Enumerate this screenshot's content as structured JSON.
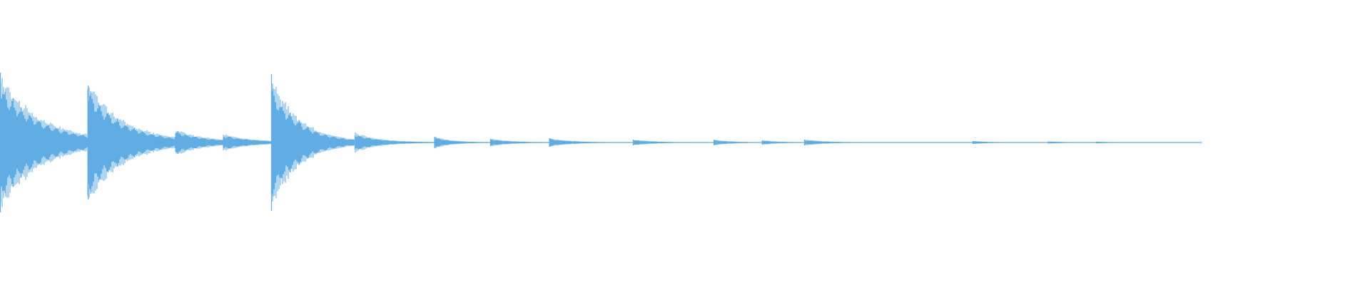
{
  "waveform": {
    "color": "#5fade2",
    "background": "#ffffff",
    "onsets": [
      {
        "t": 0.0,
        "amp": 0.98,
        "decay": 0.03
      },
      {
        "t": 0.064,
        "amp": 0.8,
        "decay": 0.025
      },
      {
        "t": 0.128,
        "amp": 0.12,
        "decay": 0.02
      },
      {
        "t": 0.163,
        "amp": 0.08,
        "decay": 0.02
      },
      {
        "t": 0.198,
        "amp": 0.96,
        "decay": 0.02
      },
      {
        "t": 0.259,
        "amp": 0.1,
        "decay": 0.015
      },
      {
        "t": 0.317,
        "amp": 0.08,
        "decay": 0.012
      },
      {
        "t": 0.358,
        "amp": 0.05,
        "decay": 0.015
      },
      {
        "t": 0.401,
        "amp": 0.06,
        "decay": 0.015
      },
      {
        "t": 0.462,
        "amp": 0.04,
        "decay": 0.015
      },
      {
        "t": 0.521,
        "amp": 0.04,
        "decay": 0.012
      },
      {
        "t": 0.556,
        "amp": 0.03,
        "decay": 0.012
      },
      {
        "t": 0.587,
        "amp": 0.04,
        "decay": 0.015
      },
      {
        "t": 0.71,
        "amp": 0.02,
        "decay": 0.012
      },
      {
        "t": 0.765,
        "amp": 0.015,
        "decay": 0.012
      },
      {
        "t": 0.8,
        "amp": 0.01,
        "decay": 0.012
      }
    ],
    "end_t": 0.877
  }
}
